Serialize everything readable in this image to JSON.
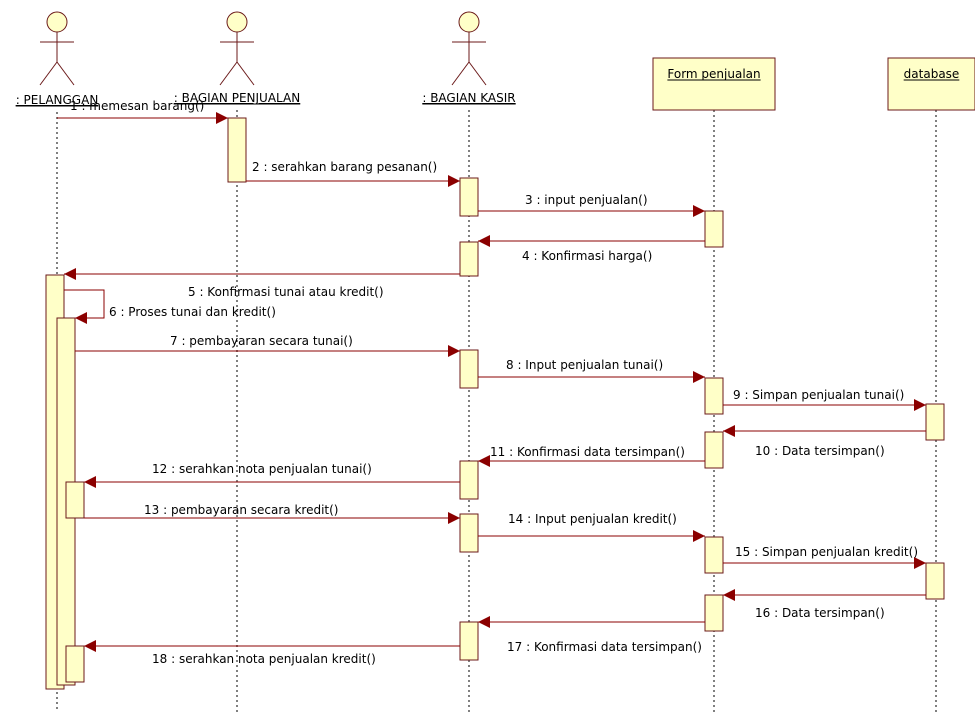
{
  "colors": {
    "box_fill": "#ffffc8",
    "box_stroke": "#6b1a1a",
    "message_line": "#8b0000",
    "text": "#000000"
  },
  "participants": [
    {
      "id": "pelanggan",
      "kind": "actor",
      "label": ": PELANGGAN"
    },
    {
      "id": "penjualan",
      "kind": "actor",
      "label": ": BAGIAN PENJUALAN"
    },
    {
      "id": "kasir",
      "kind": "actor",
      "label": ": BAGIAN KASIR"
    },
    {
      "id": "form",
      "kind": "object",
      "label": "Form penjualan"
    },
    {
      "id": "database",
      "kind": "object",
      "label": "database"
    }
  ],
  "messages": [
    {
      "from": "pelanggan",
      "to": "penjualan",
      "label": "1 : memesan barang()"
    },
    {
      "from": "penjualan",
      "to": "kasir",
      "label": "2 : serahkan barang pesanan()"
    },
    {
      "from": "kasir",
      "to": "form",
      "label": "3 : input penjualan()"
    },
    {
      "from": "form",
      "to": "kasir",
      "label": "4 : Konfirmasi harga()"
    },
    {
      "from": "kasir",
      "to": "pelanggan",
      "label": "5 : Konfirmasi tunai atau kredit()"
    },
    {
      "from": "pelanggan",
      "to": "pelanggan",
      "label": "6 : Proses tunai dan kredit()"
    },
    {
      "from": "pelanggan",
      "to": "kasir",
      "label": "7 : pembayaran secara tunai()"
    },
    {
      "from": "kasir",
      "to": "form",
      "label": "8 : Input penjualan tunai()"
    },
    {
      "from": "form",
      "to": "database",
      "label": "9 : Simpan penjualan tunai()"
    },
    {
      "from": "database",
      "to": "form",
      "label": "10 : Data tersimpan()"
    },
    {
      "from": "form",
      "to": "kasir",
      "label": "11 : Konfirmasi data tersimpan()"
    },
    {
      "from": "kasir",
      "to": "pelanggan",
      "label": "12 : serahkan nota penjualan tunai()"
    },
    {
      "from": "pelanggan",
      "to": "kasir",
      "label": "13 : pembayaran secara kredit()"
    },
    {
      "from": "kasir",
      "to": "form",
      "label": "14 : Input penjualan kredit()"
    },
    {
      "from": "form",
      "to": "database",
      "label": "15 : Simpan penjualan kredit()"
    },
    {
      "from": "database",
      "to": "form",
      "label": "16 : Data tersimpan()"
    },
    {
      "from": "form",
      "to": "kasir",
      "label": "17 : Konfirmasi data tersimpan()"
    },
    {
      "from": "kasir",
      "to": "pelanggan",
      "label": "18 : serahkan nota penjualan kredit()"
    }
  ]
}
